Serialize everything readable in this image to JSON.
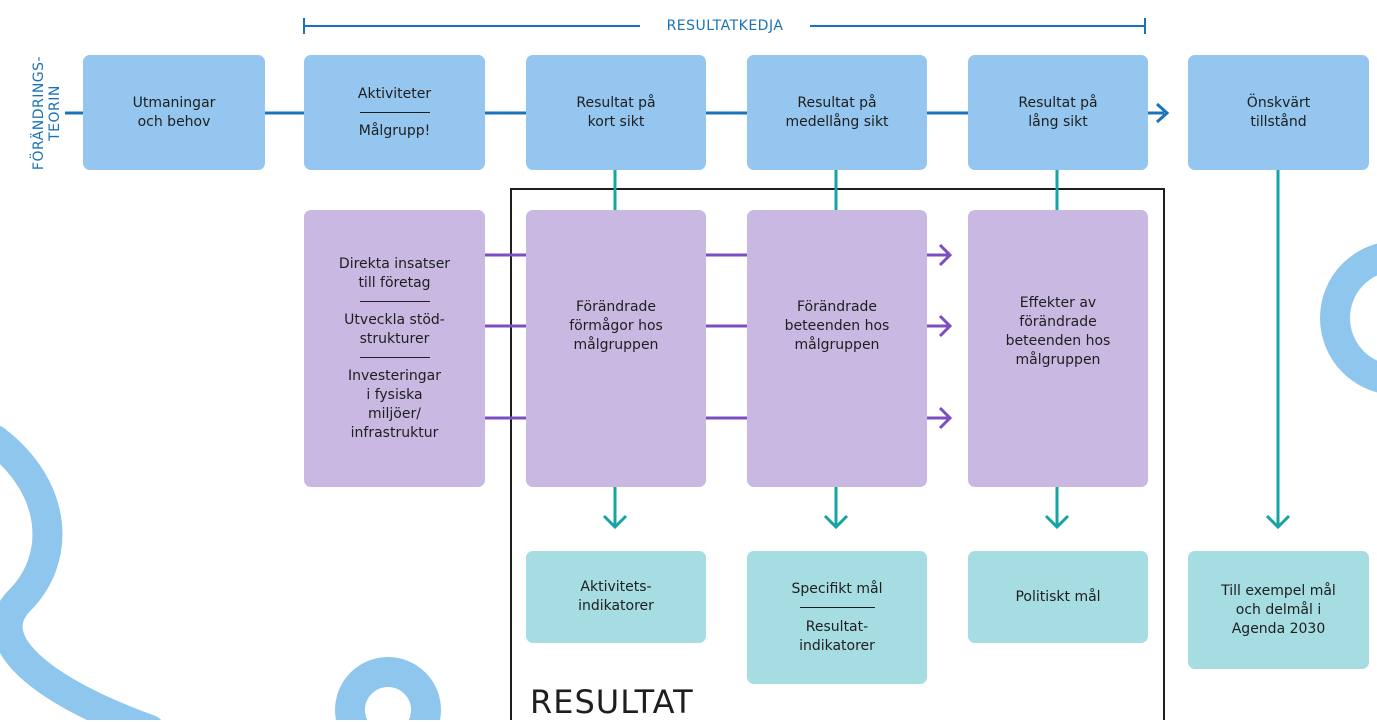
{
  "side_label": "FÖRÄNDRINGS-\nTEORIN",
  "chain_label": "RESULTATKEDJA",
  "result_title": "RESULTAT",
  "top_row": {
    "challenges": "Utmaningar\noch behov",
    "activities": "Aktiviteter",
    "target_group": "Målgrupp!",
    "short_term": "Resultat på\nkort sikt",
    "medium_term": "Resultat på\nmedellång sikt",
    "long_term": "Resultat på\nlång sikt",
    "desired_state": "Önskvärt\ntillstånd"
  },
  "interventions": {
    "item1": "Direkta insatser\ntill företag",
    "item2": "Utveckla stöd-\nstrukturer",
    "item3": "Investeringar\ni fysiska\nmiljöer/\ninfrastruktur"
  },
  "effects": {
    "capabilities": "Förändrade\nförmågor hos\nmålgruppen",
    "behaviours": "Förändrade\nbeteenden hos\nmålgruppen",
    "effects_of": "Effekter av\nförändrade\nbeteenden hos\nmålgruppen"
  },
  "indicators": {
    "activity": "Aktivitets-\nindikatorer",
    "specific_goal": "Specifikt mål",
    "result_indicators": "Resultat-\nindikatorer",
    "political_goal": "Politiskt mål",
    "agenda": "Till exempel mål\noch delmål i\nAgenda 2030"
  },
  "colors": {
    "blue_box": "#94c6ef",
    "purple_box": "#c8b8e2",
    "teal_box": "#a5dde2",
    "blue_line": "#1a73b8",
    "teal_line": "#16a3a3",
    "purple_line": "#7b4fc1",
    "decor": "#8ec6ee"
  }
}
